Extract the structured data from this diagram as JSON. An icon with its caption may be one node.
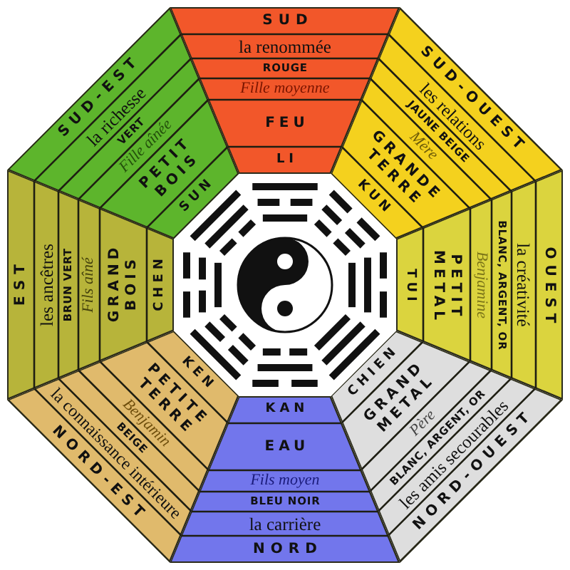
{
  "diagram": {
    "nodes": [
      {
        "text": [
          "SUD-EST",
          "la richesse",
          "VERT",
          "Fille aînée",
          "PETIT BOIS",
          "SUN"
        ]
      },
      {
        "text": [
          "SUD",
          "la renommée",
          "ROUGE",
          "Fille moyenne",
          "FEU",
          "LI"
        ]
      },
      {
        "text": [
          "SUD-OUEST",
          "les relations",
          "JAUNE BEIGE",
          "Mère",
          "GRANDE TERRE",
          "KUN"
        ]
      },
      {
        "text": [
          "EST",
          "les ancêtres",
          "BRUN VERT",
          "Fils aîné",
          "GRAND BOIS",
          "CHEN"
        ]
      },
      {
        "text": [
          "OUEST",
          "la créativité",
          "BLANC, ARGENT, OR",
          "Benjamine",
          "PETIT METAL",
          "TUI"
        ]
      },
      {
        "text": [
          "KEN",
          "PETITE TERRE",
          "Benjamin",
          "BEIGE",
          "la connaissance intérieure",
          "NORD-EST"
        ]
      },
      {
        "text": [
          "KAN",
          "EAU",
          "Fils moyen",
          "BLEU NOIR",
          "la carrière",
          "NORD"
        ]
      },
      {
        "text": [
          "CHIEN",
          "GRAND METAL",
          "Père",
          "BLANC, ARGENT, OR",
          "les amis secourables",
          "NORD-OUEST"
        ]
      }
    ]
  }
}
